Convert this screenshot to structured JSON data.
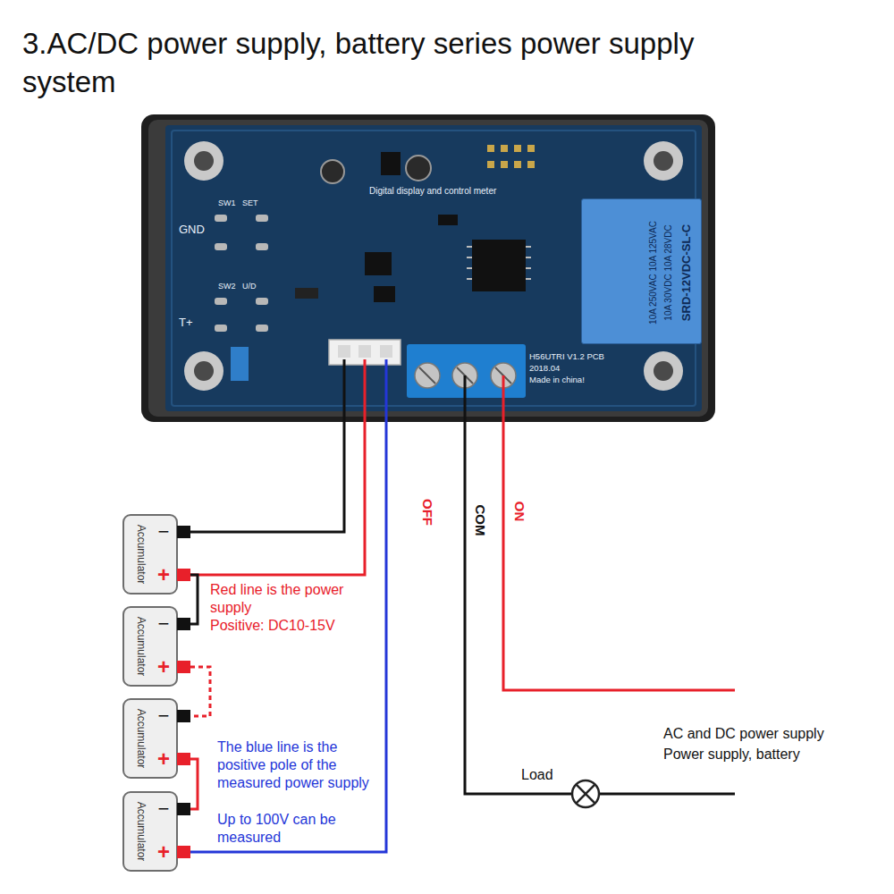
{
  "diagram": {
    "title": "3.AC/DC power supply, battery series power supply system",
    "nodes": [
      {
        "text": [
          "Digital display and control meter",
          "GND",
          "T+",
          "SW1",
          "SET",
          "SW2",
          "U/D",
          "H56UTRI V1.2 PCB",
          "2018.04",
          "Made in china!"
        ]
      },
      {
        "text": [
          "10A 250VAC 10A 125VAC",
          "10A 30VDC 10A 28VDC",
          "SRD-12VDC-SL-C"
        ],
        "in": 0
      },
      {
        "text": [
          "Accumulator",
          "−",
          "+"
        ]
      },
      {
        "text": [
          "Accumulator",
          "−",
          "+"
        ]
      },
      {
        "text": [
          "Accumulator",
          "−",
          "+"
        ]
      },
      {
        "text": [
          "Accumulator",
          "−",
          "+"
        ]
      }
    ],
    "edges": [
      {
        "from": 0,
        "to": 2,
        "arrow": "none"
      },
      {
        "from": 0,
        "to": 2,
        "arrow": "none"
      },
      {
        "from": 0,
        "to": 5,
        "arrow": "none"
      },
      {
        "from": 2,
        "to": 3,
        "arrow": "none"
      },
      {
        "from": 3,
        "to": 4,
        "arrow": "none"
      },
      {
        "from": 4,
        "to": 5,
        "arrow": "none"
      }
    ],
    "labels": [
      "OFF",
      "COM",
      "ON",
      "Red line is the power supply",
      "Positive: DC10-15V",
      "The blue line is the positive pole of the measured power supply",
      "Up to 100V can be measured",
      "Load",
      "AC and DC power supply",
      "Power supply, battery"
    ]
  }
}
